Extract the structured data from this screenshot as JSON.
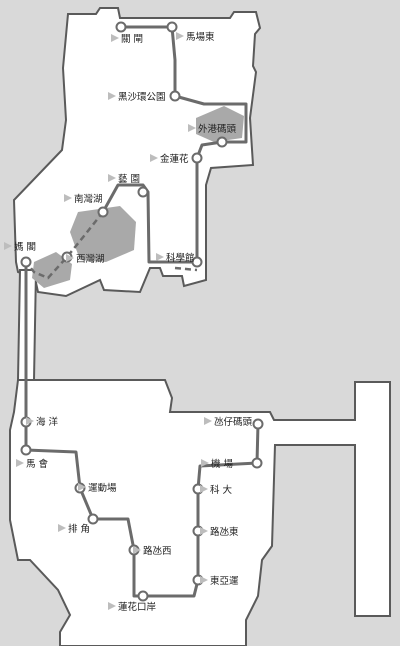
{
  "colors": {
    "background": "#d9d9d9",
    "land": "#ffffff",
    "coast": "#5a5a5a",
    "route": "#6b6b6b",
    "lake": "#a9a9a9",
    "station_fill": "#ffffff",
    "label": "#222222"
  },
  "stations": [
    {
      "id": "s1",
      "name": "關  閘"
    },
    {
      "id": "s2",
      "name": "馬場東"
    },
    {
      "id": "s3",
      "name": "黑沙環公園"
    },
    {
      "id": "s4",
      "name": "外港碼頭"
    },
    {
      "id": "s5",
      "name": "金蓮花"
    },
    {
      "id": "s6",
      "name": "藝  園"
    },
    {
      "id": "s7",
      "name": "南灣湖"
    },
    {
      "id": "s8",
      "name": "媽  閣"
    },
    {
      "id": "s9",
      "name": "西灣湖"
    },
    {
      "id": "s10",
      "name": "科學館"
    },
    {
      "id": "s11",
      "name": "海  洋"
    },
    {
      "id": "s12",
      "name": "氹仔碼頭"
    },
    {
      "id": "s13",
      "name": "馬  會"
    },
    {
      "id": "s14",
      "name": "機  場"
    },
    {
      "id": "s15",
      "name": "運動場"
    },
    {
      "id": "s16",
      "name": "科  大"
    },
    {
      "id": "s17",
      "name": "排  角"
    },
    {
      "id": "s18",
      "name": "路氹東"
    },
    {
      "id": "s19",
      "name": "路氹西"
    },
    {
      "id": "s20",
      "name": "東亞運"
    },
    {
      "id": "s21",
      "name": "蓮花口岸"
    }
  ]
}
